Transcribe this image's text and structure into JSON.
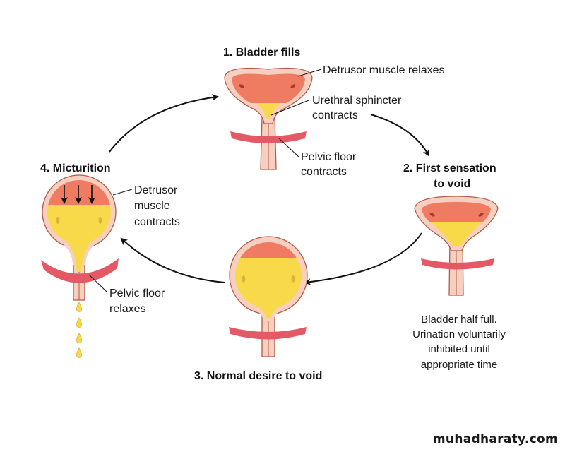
{
  "diagram": {
    "topic": "Micturition cycle",
    "colors": {
      "outer_wall": "#f7cfc0",
      "wall_outline": "#b35a46",
      "muscle": "#ef7b63",
      "urine": "#f7d94a",
      "pelvic_floor": "#e35a66",
      "arrow": "#111111"
    },
    "stages": [
      {
        "id": "stage-1",
        "title": "1. Bladder fills",
        "fill_level": "low",
        "labels": [
          {
            "lines": [
              "Detrusor muscle relaxes"
            ]
          },
          {
            "lines": [
              "Urethral sphincter",
              "contracts"
            ]
          },
          {
            "lines": [
              "Pelvic floor",
              "contracts"
            ]
          }
        ]
      },
      {
        "id": "stage-2",
        "title_lines": [
          "2. First sensation",
          "to void"
        ],
        "fill_level": "half",
        "description_lines": [
          "Bladder half full.",
          "Urination voluntarily",
          "inhibited until",
          "appropriate time"
        ]
      },
      {
        "id": "stage-3",
        "title": "3. Normal desire to void",
        "fill_level": "high"
      },
      {
        "id": "stage-4",
        "title": "4. Micturition",
        "fill_level": "high",
        "labels": [
          {
            "lines": [
              "Detrusor",
              "muscle",
              "contracts"
            ]
          },
          {
            "lines": [
              "Pelvic floor",
              "relaxes"
            ]
          }
        ]
      }
    ]
  },
  "watermark": "muhadharaty.com"
}
